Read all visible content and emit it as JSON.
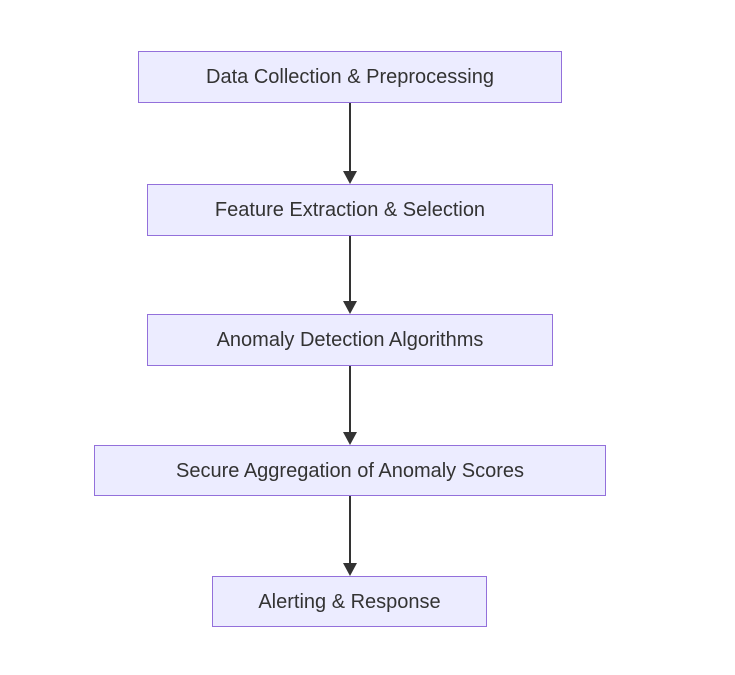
{
  "diagram": {
    "type": "flowchart",
    "direction": "top-down",
    "colors": {
      "background": "#ffffff",
      "node_fill": "#ECECFF",
      "node_border": "#9370DB",
      "text_color": "#333333",
      "arrow_color": "#333333"
    },
    "nodes": [
      {
        "id": "n1",
        "label": "Data Collection & Preprocessing"
      },
      {
        "id": "n2",
        "label": "Feature Extraction & Selection"
      },
      {
        "id": "n3",
        "label": "Anomaly Detection Algorithms"
      },
      {
        "id": "n4",
        "label": "Secure Aggregation of Anomaly Scores"
      },
      {
        "id": "n5",
        "label": "Alerting & Response"
      }
    ],
    "edges": [
      {
        "from": "Data Collection & Preprocessing",
        "to": "Feature Extraction & Selection",
        "style": "arrow-down"
      },
      {
        "from": "Feature Extraction & Selection",
        "to": "Anomaly Detection Algorithms",
        "style": "arrow-down"
      },
      {
        "from": "Anomaly Detection Algorithms",
        "to": "Secure Aggregation of Anomaly Scores",
        "style": "arrow-down"
      },
      {
        "from": "Secure Aggregation of Anomaly Scores",
        "to": "Alerting & Response",
        "style": "arrow-down"
      }
    ]
  }
}
